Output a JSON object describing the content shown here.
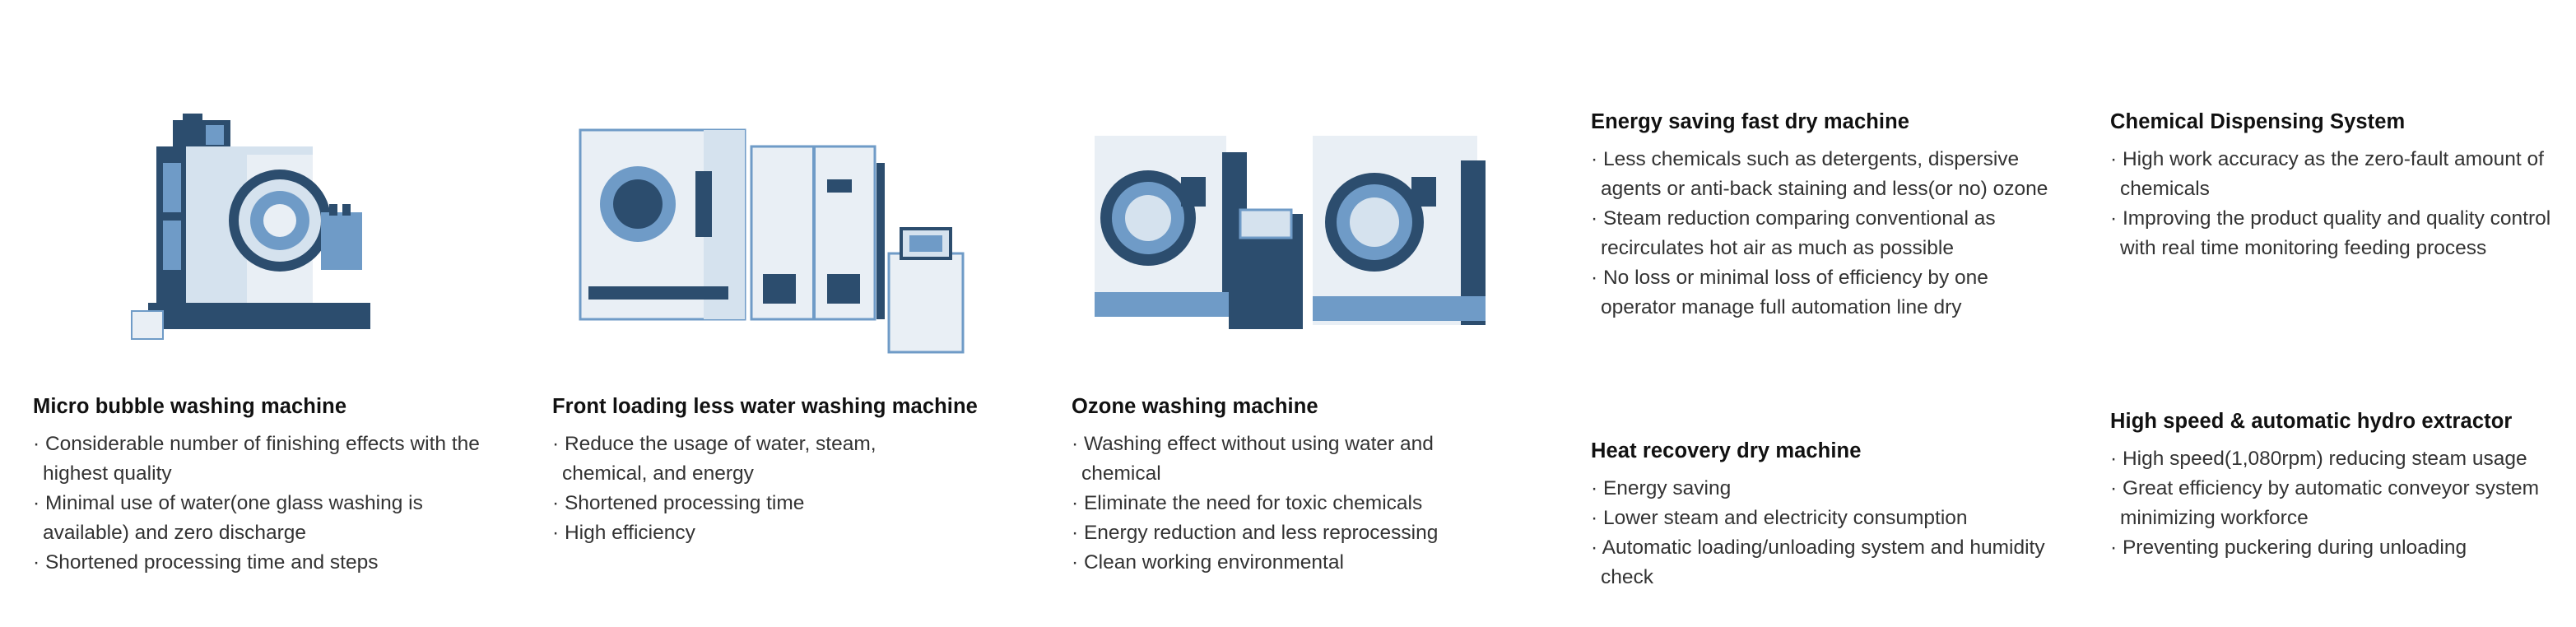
{
  "colors": {
    "dark": "#2c4d6e",
    "mid": "#6f9bc7",
    "light": "#d5e2ee",
    "pale": "#e9eff5",
    "text": "#333333",
    "heading": "#111111"
  },
  "machines": [
    {
      "title": "Micro bubble washing machine",
      "icon": "micro-bubble-washer-illustration",
      "bullets": [
        "Considerable number of finishing effects with the highest quality",
        "Minimal use of water(one glass washing is available) and zero discharge",
        "Shortened processing time and steps"
      ]
    },
    {
      "title": "Front loading less water washing machine",
      "icon": "front-loading-washer-illustration",
      "bullets": [
        "Reduce the usage of water, steam, chemical, and energy",
        "Shortened processing time",
        "High efficiency"
      ]
    },
    {
      "title": "Ozone washing machine",
      "icon": "ozone-washer-illustration",
      "bullets": [
        "Washing effect without using water and chemical",
        "Eliminate the need for toxic chemicals",
        "Energy reduction and less reprocessing",
        "Clean working environmental"
      ]
    },
    {
      "title": "Energy saving fast dry machine",
      "bullets": [
        "Less chemicals such as detergents, dispersive agents or anti-back staining and less(or no) ozone",
        "Steam reduction comparing conventional as recirculates hot air as much as possible",
        "No loss or minimal loss of efficiency by one operator manage full automation line dry"
      ]
    },
    {
      "title": "Heat recovery dry machine",
      "bullets": [
        "Energy saving",
        "Lower steam and electricity consumption",
        "Automatic loading/unloading system and humidity check"
      ]
    },
    {
      "title": "Chemical Dispensing System",
      "bullets": [
        "High work accuracy as the zero-fault amount of chemicals",
        "Improving the product quality and quality control with real time monitoring feeding process"
      ]
    },
    {
      "title": "High speed & automatic hydro extractor",
      "bullets": [
        "High speed(1,080rpm) reducing steam usage",
        "Great efficiency by automatic conveyor system minimizing workforce",
        "Preventing puckering during unloading"
      ]
    }
  ]
}
